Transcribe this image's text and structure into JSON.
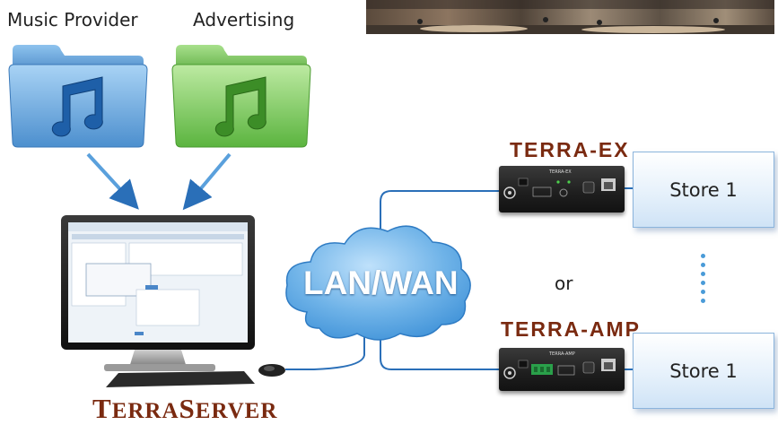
{
  "sources": {
    "music_provider_label": "Music Provider",
    "advertising_label": "Advertising"
  },
  "network": {
    "label": "LAN/WAN"
  },
  "server": {
    "name_initial_1": "T",
    "name_rest_1": "ERRA",
    "name_initial_2": "S",
    "name_rest_2": "ERVER"
  },
  "devices": {
    "top_name": "TERRA-EX",
    "bottom_name": "TERRA-AMP",
    "top_plate": "TERRA-EX",
    "bottom_plate": "TERRA-AMP"
  },
  "separator": "or",
  "stores": {
    "top_label": "Store 1",
    "bottom_label": "Store 1"
  },
  "colors": {
    "brand": "#7a2a10",
    "link_line": "#2a6fb8",
    "cloud": "#4a9bd8",
    "music_folder": "#5b9bd5",
    "ad_folder": "#6cc24a"
  }
}
